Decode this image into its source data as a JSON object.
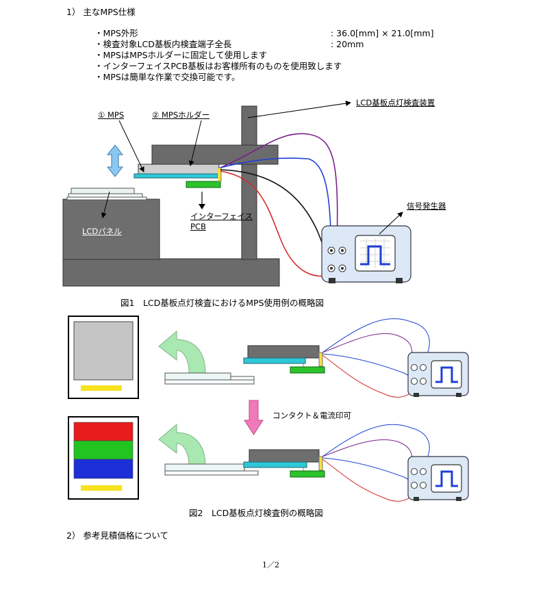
{
  "sections": {
    "s1_heading": "1） 主なMPS仕様",
    "s2_heading": "2） 参考見積価格について"
  },
  "specs": [
    {
      "label": "・MPS外形",
      "value": ": 36.0[mm] × 21.0[mm]"
    },
    {
      "label": "・検査対象LCD基板内検査端子全長",
      "value": ": 20mm"
    },
    {
      "label": "・MPSはMPSホルダーに固定して使用します",
      "value": ""
    },
    {
      "label": "・インターフェイスPCB基板はお客様所有のものを使用致します",
      "value": ""
    },
    {
      "label": "・MPSは簡単な作業で交換可能です。",
      "value": ""
    }
  ],
  "figure1": {
    "label_mps": "① MPS",
    "label_holder": "② MPSホルダー",
    "label_device": "LCD基板点灯検査装置",
    "label_interface_1": "インターフェイス",
    "label_interface_2": "PCB",
    "label_lcd_panel": "LCDパネル",
    "label_signal": "信号発生器",
    "caption": "図1　LCD基板点灯検査におけるMPS使用例の概略図"
  },
  "figure2": {
    "label_contact": "コンタクト＆電流印可",
    "caption": "図2　LCD基板点灯検査例の概略図"
  },
  "footer": {
    "page": "1／2"
  },
  "colors": {
    "wire_purple": "#7a1f8c",
    "wire_blue": "#1f3fd6",
    "wire_black": "#111111",
    "wire_red": "#d62a2a",
    "mps_cyan": "#2ec8d8",
    "pcb_green": "#2bc42b",
    "panel_red": "#e81c1c",
    "panel_green": "#21c421",
    "panel_blue": "#1d2fd6",
    "stand_gray": "#6b6b6b",
    "arrow_pink": "#f07ab8",
    "arrow_green": "#a9e8b0",
    "device_blue": "#dce8f6"
  }
}
